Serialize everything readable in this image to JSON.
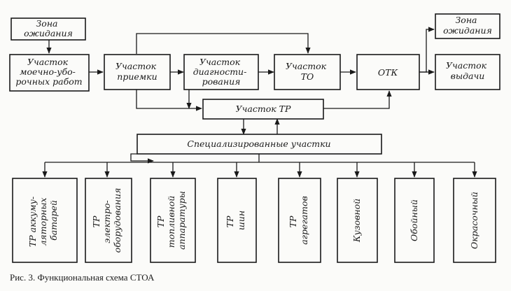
{
  "diagram": {
    "top_row": {
      "wait_left": [
        "Зона",
        "ожидания"
      ],
      "washing": [
        "Участок",
        "моечно-убо-",
        "рочных работ"
      ],
      "reception": [
        "Участок",
        "приемки"
      ],
      "diagnostics": [
        "Участок",
        "диагности-",
        "рования"
      ],
      "to": [
        "Участок",
        "ТО"
      ],
      "otk": [
        "ОТК"
      ],
      "wait_right": [
        "Зона",
        "ожидания"
      ],
      "output": [
        "Участок",
        "выдачи"
      ]
    },
    "tr_section": "Участок ТР",
    "specialized": "Специализированные участки",
    "bottom_units": [
      [
        "ТР аккуму-",
        "ляторных",
        "батарей"
      ],
      [
        "ТР",
        "электро-",
        "оборудования"
      ],
      [
        "ТР",
        "топливной",
        "аппаратуры"
      ],
      [
        "ТР",
        "шин"
      ],
      [
        "ТР",
        "агрегатов"
      ],
      [
        "Кузовной"
      ],
      [
        "Обойный"
      ],
      [
        "Окрасочный"
      ]
    ]
  },
  "caption": "Рис. 3. Функциональная схема СТОА"
}
